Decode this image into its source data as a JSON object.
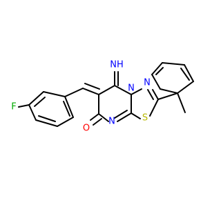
{
  "molecule": {
    "atoms": {
      "imine": {
        "label": "NH",
        "color": "#0000ff"
      },
      "ring_n": {
        "label": "N",
        "color": "#0000ff"
      },
      "thiadiazole_n": {
        "label": "N",
        "color": "#0000ff"
      },
      "pyrimidine_n": {
        "label": "N",
        "color": "#0000ff"
      },
      "sulfur": {
        "label": "S",
        "color": "#b8b800"
      },
      "oxygen": {
        "label": "O",
        "color": "#ff0000"
      },
      "fluorine": {
        "label": "F",
        "color": "#00aa00"
      }
    }
  }
}
